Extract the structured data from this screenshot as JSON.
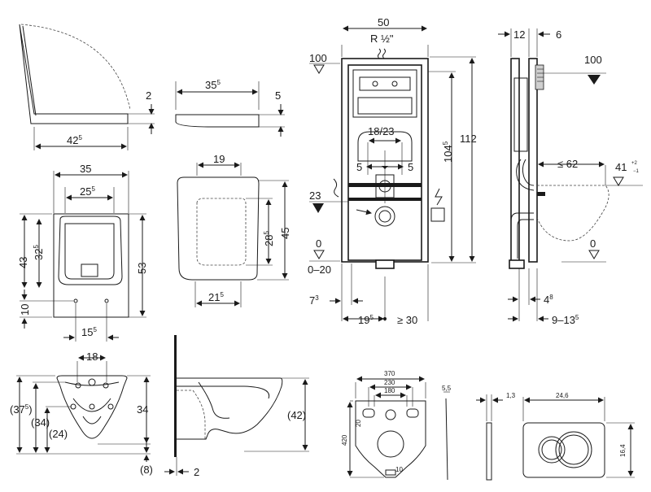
{
  "seat_side": {
    "thickness": "2",
    "length": "42",
    "length_sup": "5"
  },
  "seat_profile": {
    "width": "35",
    "width_sup": "5",
    "height": "5"
  },
  "seat_front": {
    "w_outer": "35",
    "w_holes": "25",
    "w_holes_sup": "5",
    "h_inner": "32",
    "h_inner_sup": "5",
    "h_left": "43",
    "h_right": "53",
    "hole_offset": "10",
    "hole_spacing": "15",
    "hole_spacing_sup": "5"
  },
  "lid_front": {
    "top": "19",
    "height": "45",
    "inner": "28",
    "inner_sup": "5",
    "bottom": "21",
    "bottom_sup": "5"
  },
  "frame_front": {
    "width": "50",
    "water": "R ½\"",
    "level_100": "100",
    "center": "18/23",
    "half_left": "5",
    "half_right": "5",
    "level_23": "23",
    "height_total": "112",
    "height_inlet": "104",
    "height_inlet_sup": "5",
    "floor_0": "0",
    "floor_range": "0–20",
    "side": "7",
    "side_sup": "3",
    "bottom_left": "19",
    "bottom_left_sup": "5",
    "bottom_right": "≥ 30"
  },
  "frame_side": {
    "top_12": "12",
    "top_6": "6",
    "level_100": "100",
    "depth": "≤ 62",
    "outlet": "41",
    "tol_plus": "+2",
    "tol_minus": "−1",
    "floor_0": "0",
    "bottom_4": "4",
    "bottom_4_sup": "8",
    "range": "9–13",
    "range_sup": "5"
  },
  "bowl_front": {
    "spacing": "18",
    "h_37": "(37",
    "h_37_sup": "5",
    "h_37_close": ")",
    "h_34a": "(34)",
    "h_24": "(24)",
    "h_34b": "34",
    "bottom_8": "(8)"
  },
  "bowl_side": {
    "height": "(42)",
    "wall": "2"
  },
  "pad": {
    "w_370": "370",
    "w_230": "230",
    "w_180": "180",
    "h_20": "20",
    "h_420": "420",
    "h_10": "10",
    "thick": "5,5"
  },
  "plate": {
    "depth": "1,3",
    "width": "24,6",
    "height": "16,4"
  },
  "icons": [
    "water-inlet-icon",
    "flush-arrow-icon",
    "electrical-connection-icon",
    "level-triangle-icon"
  ]
}
